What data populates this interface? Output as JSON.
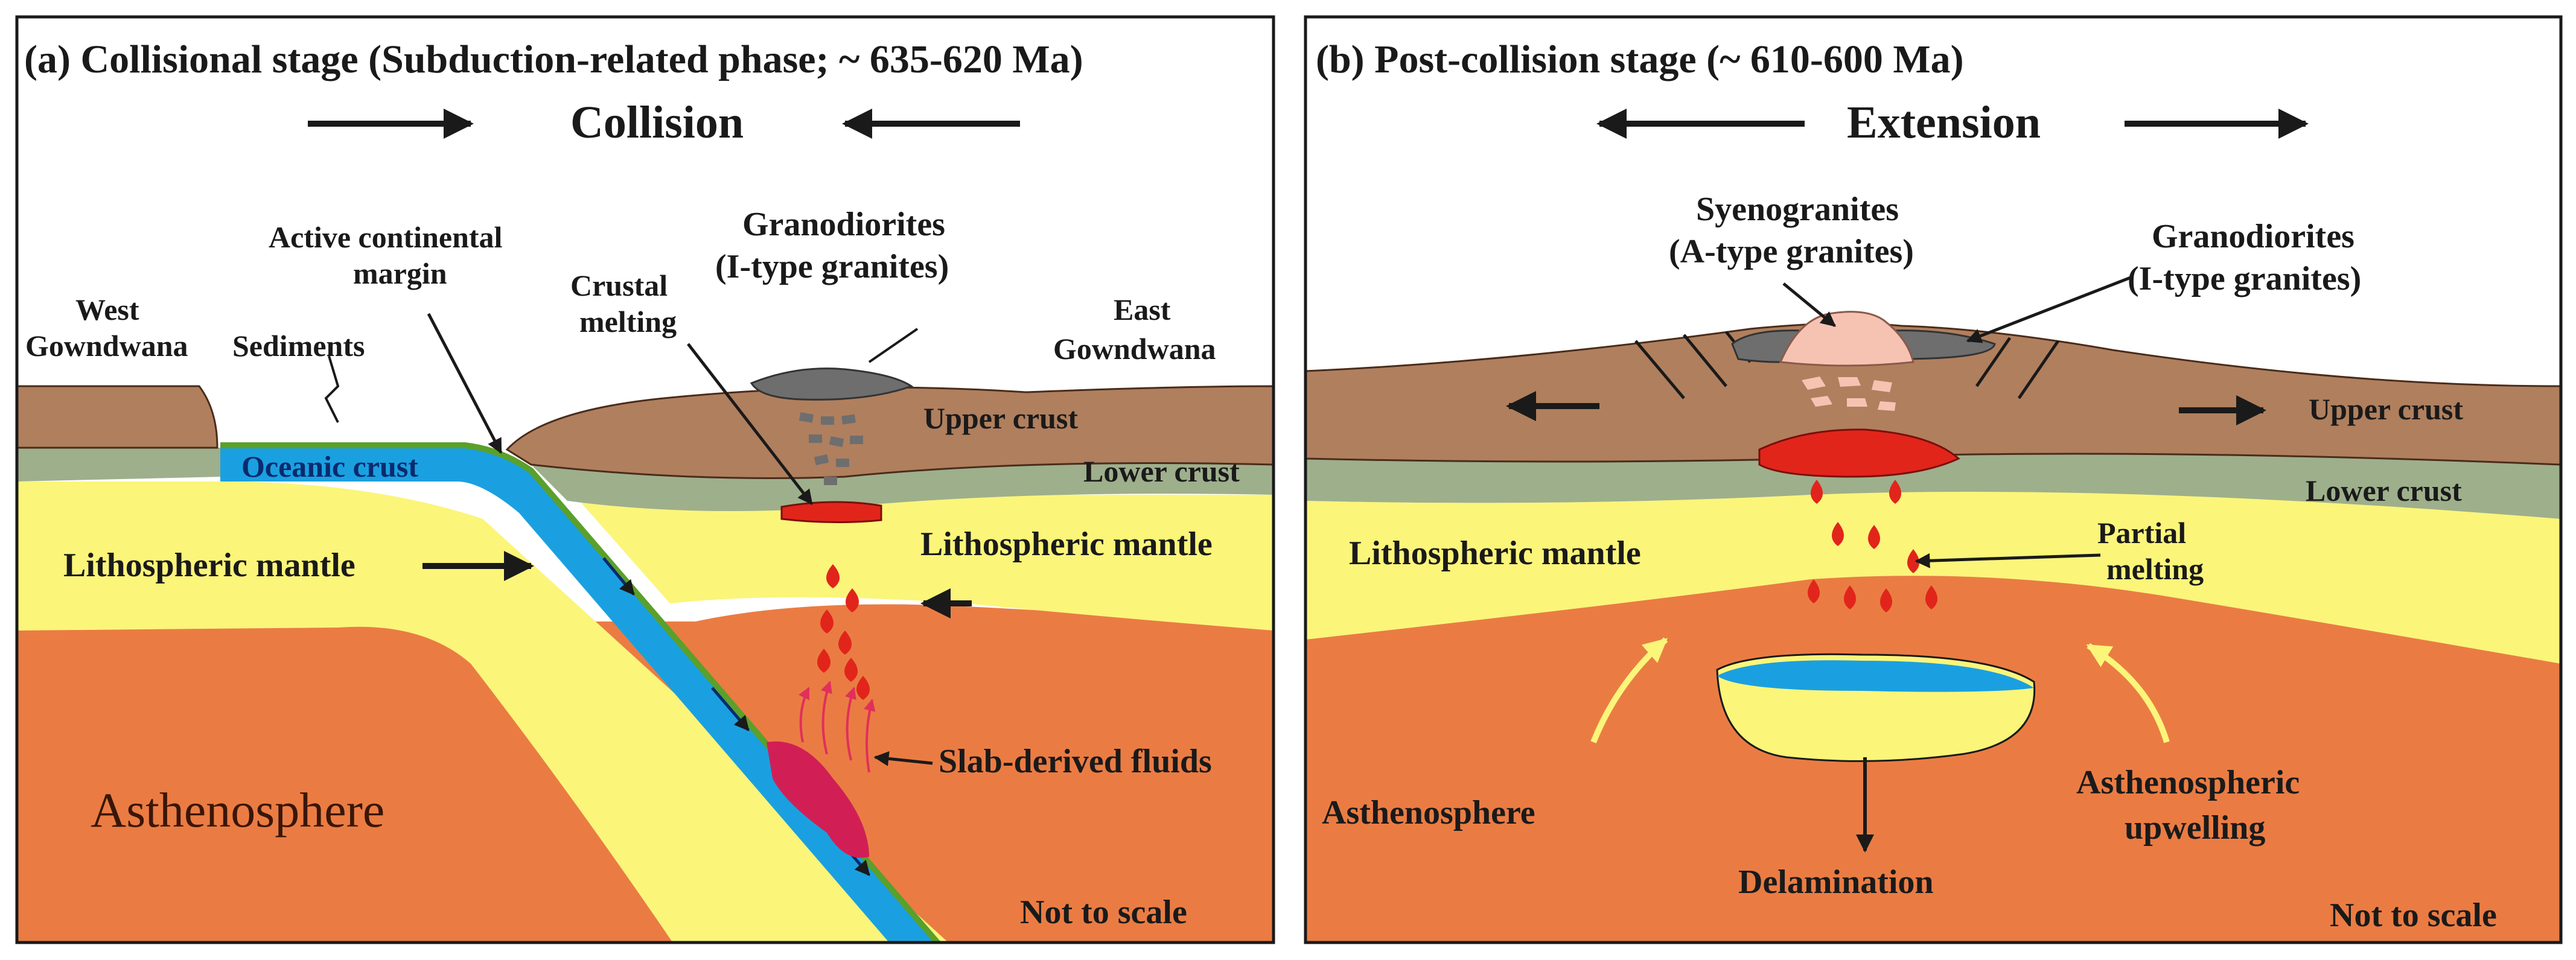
{
  "panel_a": {
    "title": "(a) Collisional stage (Subduction-related phase; ~ 635-620 Ma)",
    "motion": "Collision",
    "labels": {
      "west_gondwana_1": "West",
      "west_gondwana_2": "Gowndwana",
      "sediments": "Sediments",
      "active_margin_1": "Active continental",
      "active_margin_2": "margin",
      "crustal_melting_1": "Crustal",
      "crustal_melting_2": "melting",
      "granodiorites_1": "Granodiorites",
      "granodiorites_2": "(I-type granites)",
      "east_gondwana_1": "East",
      "east_gondwana_2": "Gowndwana",
      "upper_crust": "Upper crust",
      "oceanic_crust": "Oceanic crust",
      "lower_crust": "Lower crust",
      "litho_mantle_left": "Lithospheric mantle",
      "litho_mantle_right": "Lithospheric mantle",
      "asthenosphere": "Asthenosphere",
      "slab_fluids": "Slab-derived fluids",
      "not_to_scale": "Not to scale"
    }
  },
  "panel_b": {
    "title": "(b) Post-collision stage (~ 610-600 Ma)",
    "motion": "Extension",
    "labels": {
      "syenogranites_1": "Syenogranites",
      "syenogranites_2": "(A-type granites)",
      "granodiorites_1": "Granodiorites",
      "granodiorites_2": "(I-type granites)",
      "upper_crust": "Upper crust",
      "lower_crust": "Lower crust",
      "litho_mantle": "Lithospheric mantle",
      "partial_melting_1": "Partial",
      "partial_melting_2": "melting",
      "asthenosphere": "Asthenosphere",
      "upwelling_1": "Asthenospheric",
      "upwelling_2": "upwelling",
      "delamination": "Delamination",
      "not_to_scale": "Not to scale"
    }
  },
  "colors": {
    "upper_crust": "#b07f5e",
    "lower_crust": "#9eaf8c",
    "lithospheric_mantle": "#fbf57a",
    "asthenosphere": "#ea7c43",
    "oceanic_crust": "#1aa0e0",
    "magma": "#e1251b",
    "granodiorite": "#6e6e6e",
    "syenogranite": "#f6c3b3"
  }
}
